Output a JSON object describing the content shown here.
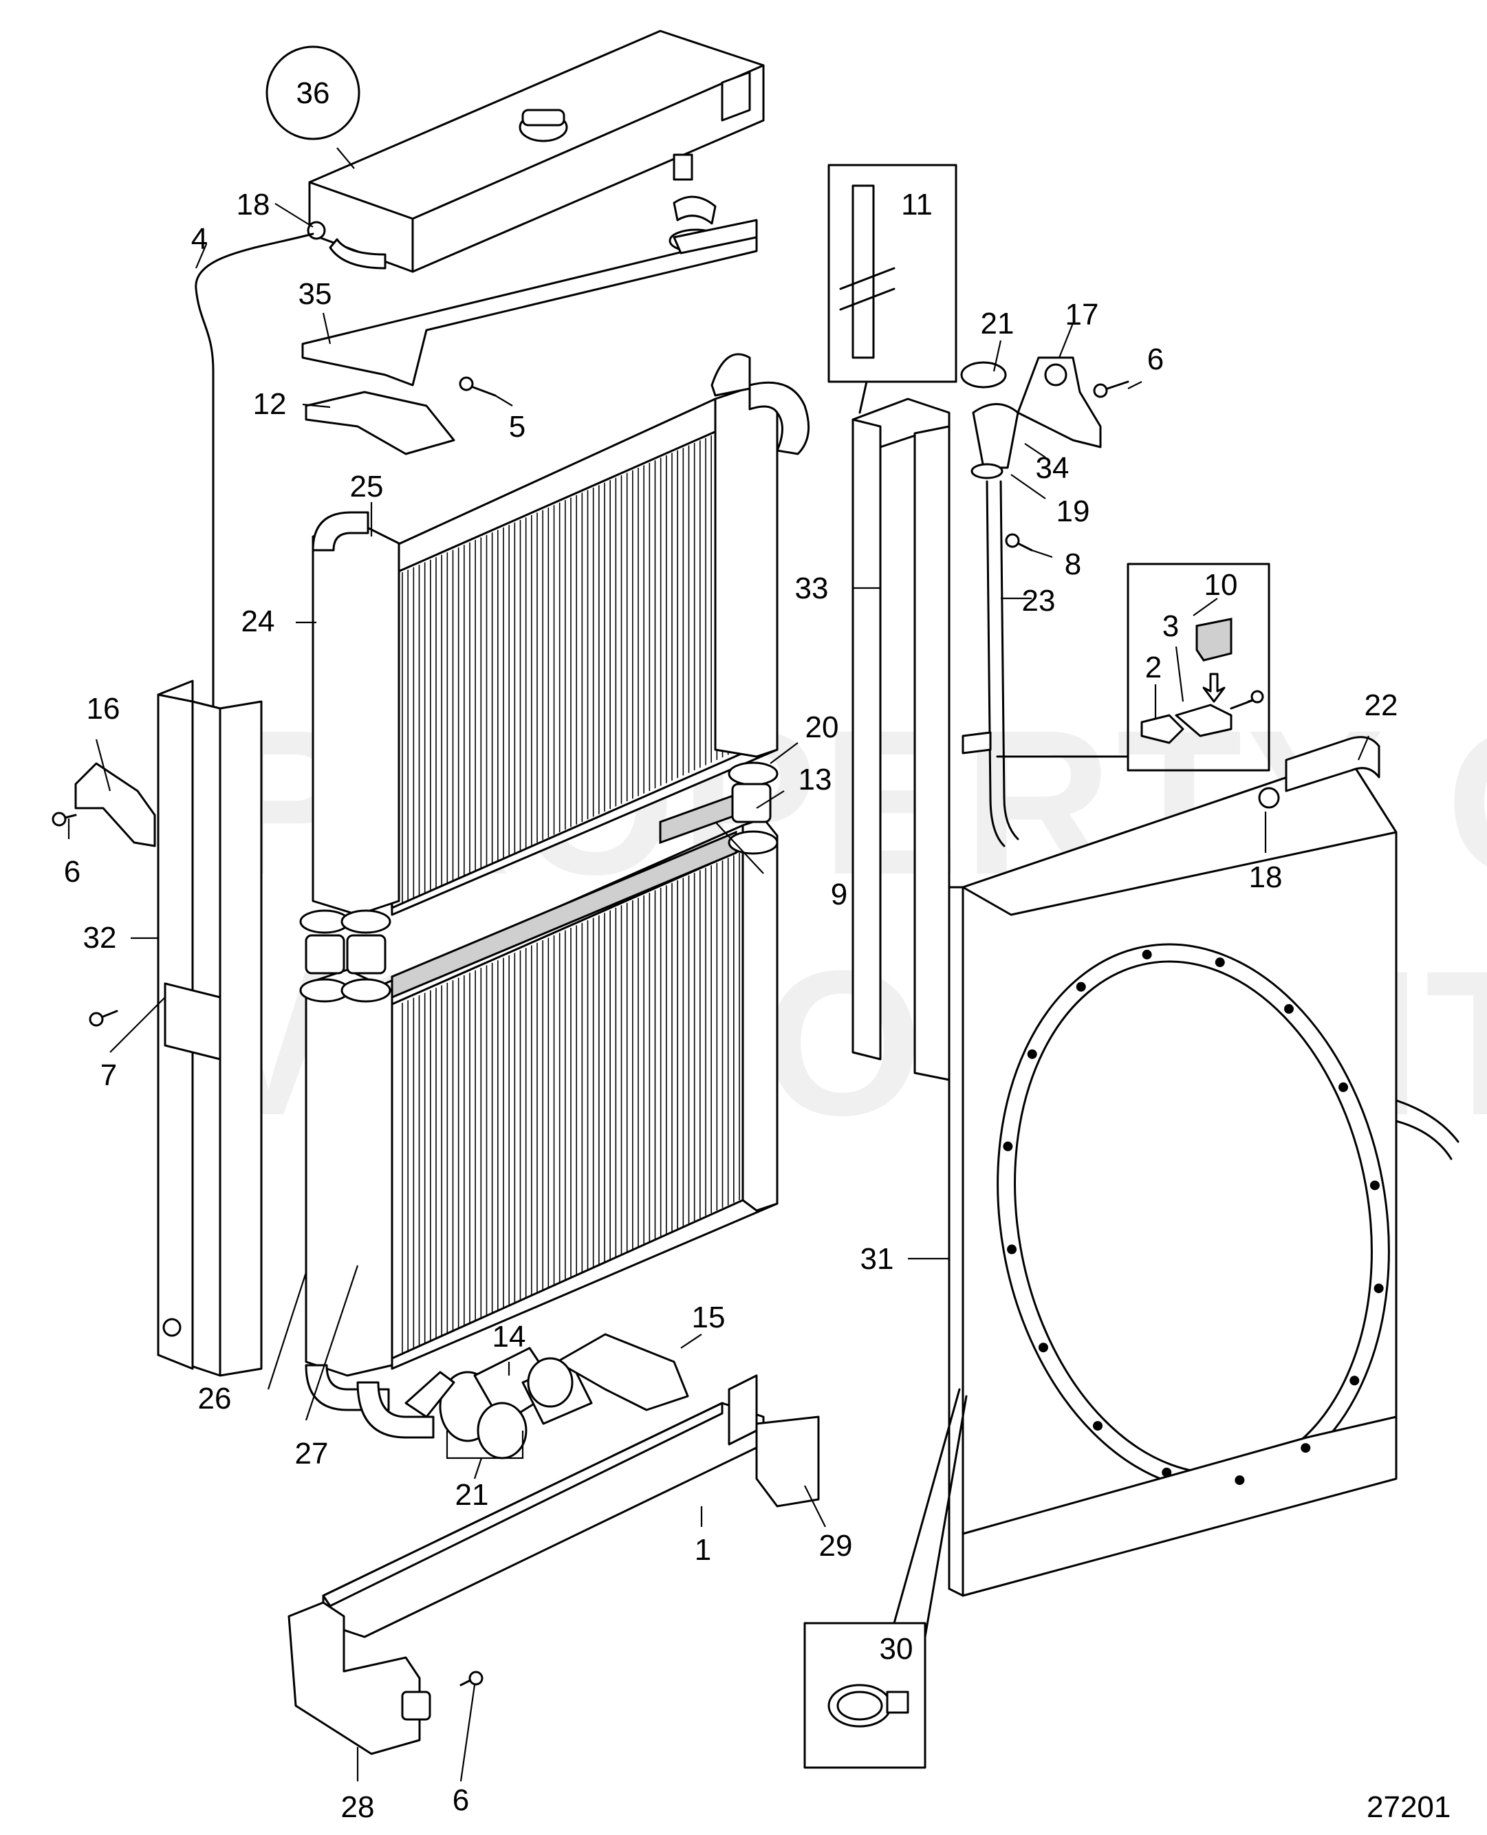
{
  "figure_number": "27201",
  "watermark": [
    "PROPERTY OF",
    "VOLVO PENTA"
  ],
  "callouts": [
    "36",
    "18",
    "4",
    "35",
    "12",
    "5",
    "25",
    "24",
    "16",
    "6",
    "32",
    "7",
    "26",
    "27",
    "11",
    "21",
    "17",
    "6",
    "34",
    "19",
    "8",
    "23",
    "33",
    "10",
    "3",
    "2",
    "20",
    "13",
    "9",
    "22",
    "18",
    "14",
    "15",
    "21",
    "1",
    "29",
    "31",
    "28",
    "6",
    "30"
  ]
}
